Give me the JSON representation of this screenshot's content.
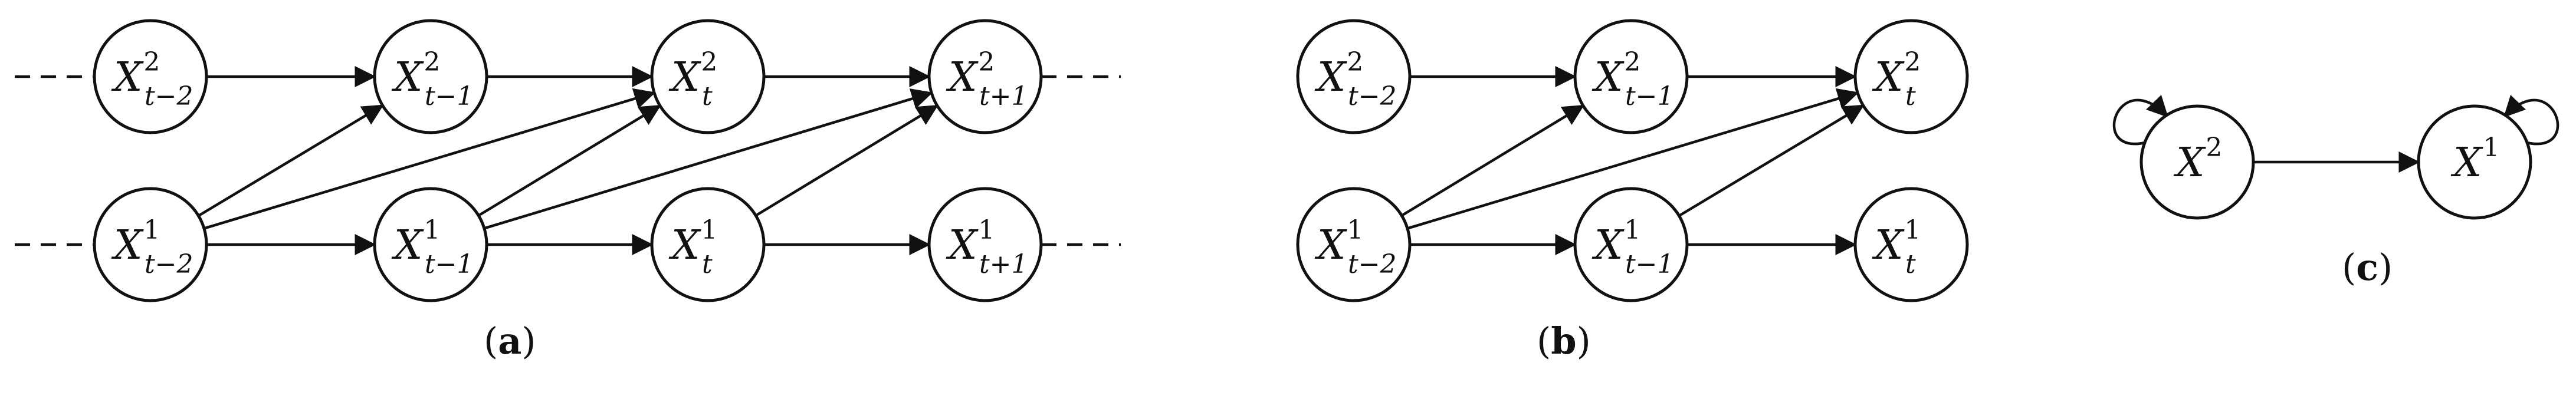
{
  "panels": [
    {
      "id": "a",
      "caption": "a",
      "nodes": [
        {
          "id": "a_x2_tm2",
          "var": "X",
          "sup": "2",
          "sub": "t−2"
        },
        {
          "id": "a_x2_tm1",
          "var": "X",
          "sup": "2",
          "sub": "t−1"
        },
        {
          "id": "a_x2_t",
          "var": "X",
          "sup": "2",
          "sub": "t"
        },
        {
          "id": "a_x2_tp1",
          "var": "X",
          "sup": "2",
          "sub": "t+1"
        },
        {
          "id": "a_x1_tm2",
          "var": "X",
          "sup": "1",
          "sub": "t−2"
        },
        {
          "id": "a_x1_tm1",
          "var": "X",
          "sup": "1",
          "sub": "t−1"
        },
        {
          "id": "a_x1_t",
          "var": "X",
          "sup": "1",
          "sub": "t"
        },
        {
          "id": "a_x1_tp1",
          "var": "X",
          "sup": "1",
          "sub": "t+1"
        }
      ],
      "edges": [
        [
          "a_x2_tm2",
          "a_x2_tm1"
        ],
        [
          "a_x2_tm1",
          "a_x2_t"
        ],
        [
          "a_x2_t",
          "a_x2_tp1"
        ],
        [
          "a_x1_tm2",
          "a_x1_tm1"
        ],
        [
          "a_x1_tm1",
          "a_x1_t"
        ],
        [
          "a_x1_t",
          "a_x1_tp1"
        ],
        [
          "a_x1_tm2",
          "a_x2_tm1"
        ],
        [
          "a_x1_tm2",
          "a_x2_t"
        ],
        [
          "a_x1_tm1",
          "a_x2_t"
        ],
        [
          "a_x1_tm1",
          "a_x2_tp1"
        ],
        [
          "a_x1_t",
          "a_x2_tp1"
        ]
      ]
    },
    {
      "id": "b",
      "caption": "b",
      "nodes": [
        {
          "id": "b_x2_tm2",
          "var": "X",
          "sup": "2",
          "sub": "t−2"
        },
        {
          "id": "b_x2_tm1",
          "var": "X",
          "sup": "2",
          "sub": "t−1"
        },
        {
          "id": "b_x2_t",
          "var": "X",
          "sup": "2",
          "sub": "t"
        },
        {
          "id": "b_x1_tm2",
          "var": "X",
          "sup": "1",
          "sub": "t−2"
        },
        {
          "id": "b_x1_tm1",
          "var": "X",
          "sup": "1",
          "sub": "t−1"
        },
        {
          "id": "b_x1_t",
          "var": "X",
          "sup": "1",
          "sub": "t"
        }
      ],
      "edges": [
        [
          "b_x2_tm2",
          "b_x2_tm1"
        ],
        [
          "b_x2_tm1",
          "b_x2_t"
        ],
        [
          "b_x1_tm2",
          "b_x1_tm1"
        ],
        [
          "b_x1_tm1",
          "b_x1_t"
        ],
        [
          "b_x1_tm2",
          "b_x2_tm1"
        ],
        [
          "b_x1_tm2",
          "b_x2_t"
        ],
        [
          "b_x1_tm1",
          "b_x2_t"
        ]
      ]
    },
    {
      "id": "c",
      "caption": "c",
      "nodes": [
        {
          "id": "c_x2",
          "var": "X",
          "sup": "2",
          "sub": ""
        },
        {
          "id": "c_x1",
          "var": "X",
          "sup": "1",
          "sub": ""
        }
      ],
      "edges": [
        [
          "c_x2",
          "c_x1"
        ]
      ],
      "self_loops": [
        "c_x2",
        "c_x1"
      ]
    }
  ]
}
